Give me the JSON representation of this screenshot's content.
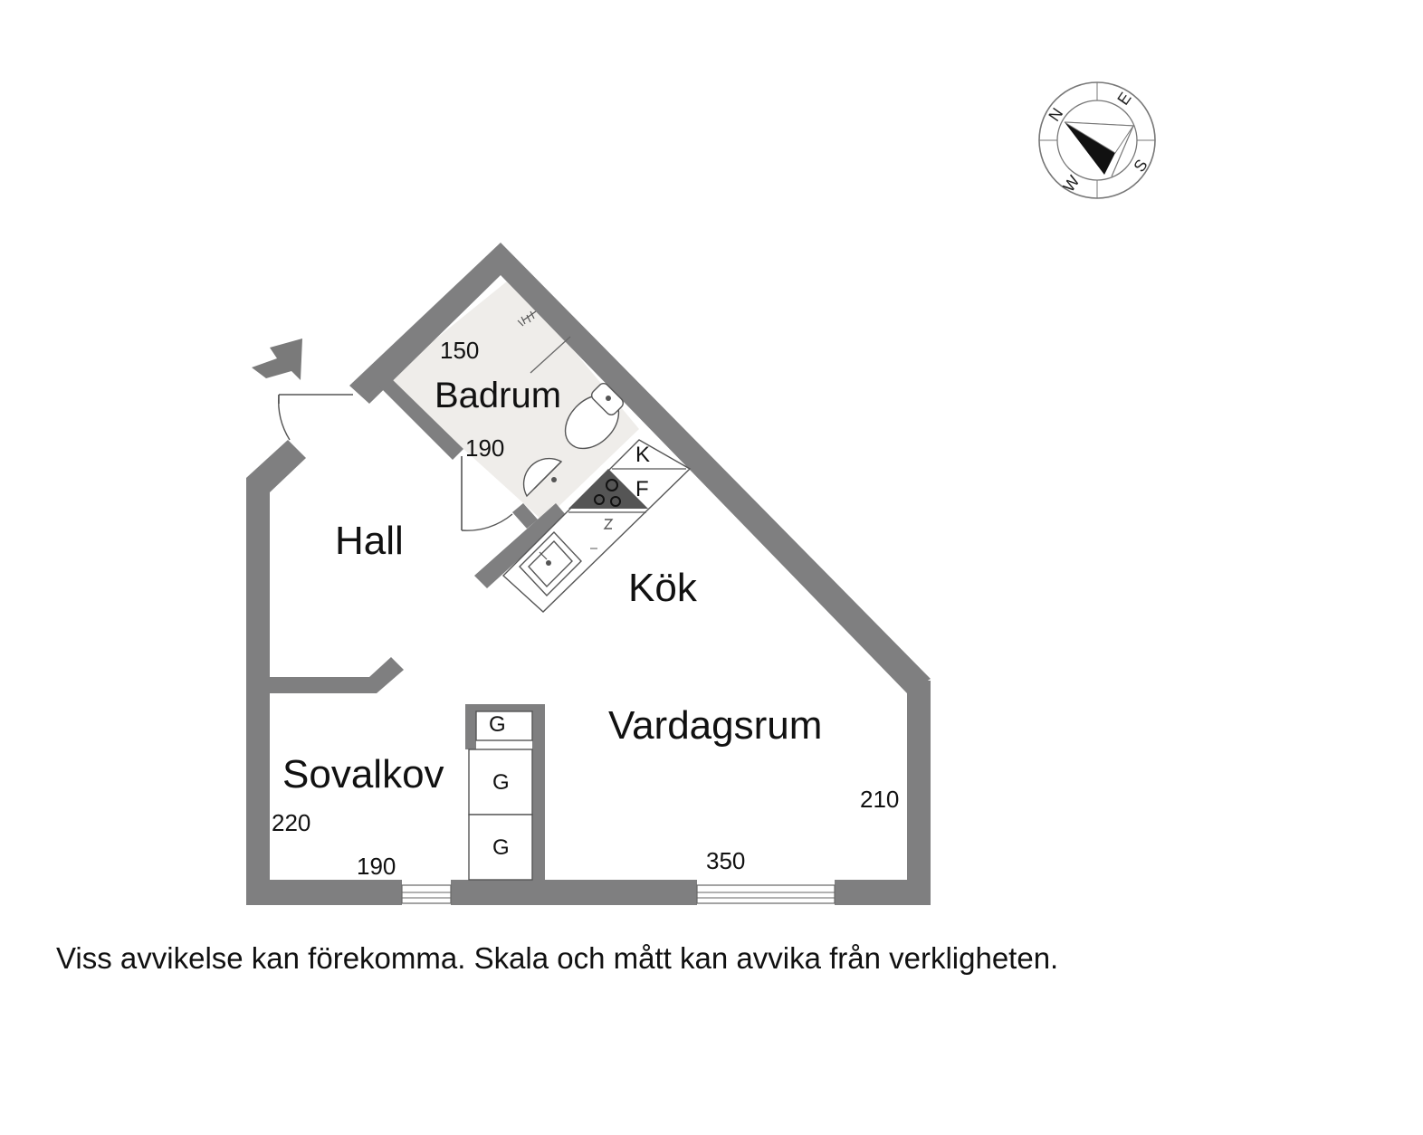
{
  "floorplan": {
    "rooms": {
      "badrum": "Badrum",
      "hall": "Hall",
      "kok": "Kök",
      "vardagsrum": "Vardagsrum",
      "sovalkov": "Sovalkov"
    },
    "dimensions": {
      "badrum_150": "150",
      "badrum_190": "190",
      "sovalkov_220": "220",
      "sovalkov_190": "190",
      "vardagsrum_350": "350",
      "vardagsrum_210": "210"
    },
    "appliances": {
      "fridge": "K",
      "freezer": "F",
      "wardrobes": [
        "G",
        "G",
        "G"
      ]
    },
    "compass": {
      "north": "N",
      "east": "E",
      "south": "S",
      "west": "W"
    },
    "colors": {
      "wall": "#7f7f80",
      "bathroom_floor": "#efedea",
      "stove": "#555555"
    }
  },
  "disclaimer": "Viss avvikelse kan förekomma. Skala och mått kan avvika från verkligheten."
}
